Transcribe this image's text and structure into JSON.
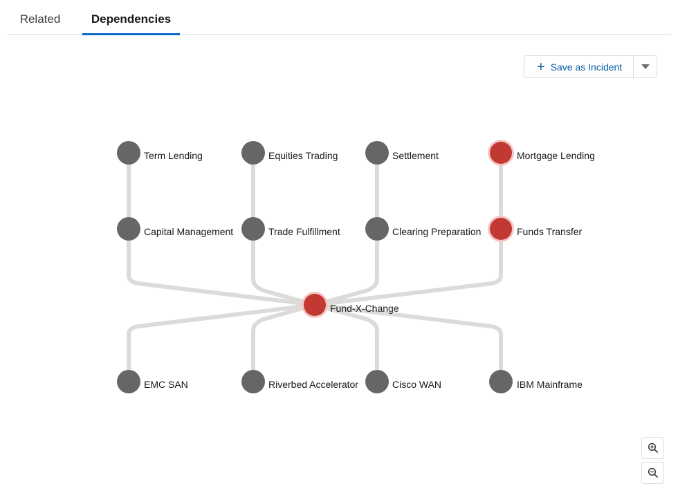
{
  "tabs": [
    {
      "label": "Related",
      "active": false
    },
    {
      "label": "Dependencies",
      "active": true
    }
  ],
  "toolbar": {
    "save_label": "Save as Incident",
    "save_icon": "plus-icon",
    "dropdown_icon": "caret-down-icon"
  },
  "colors": {
    "accent": "#0b6bcb",
    "node_normal": "#666666",
    "node_alert": "#c23934",
    "node_alert_halo": "#f4c6c4",
    "edge": "#dddbda"
  },
  "graph": {
    "center": {
      "label": "Fund-X-Change",
      "status": "alert"
    },
    "upstream": [
      {
        "top": {
          "label": "Term Lending",
          "status": "normal"
        },
        "bottom": {
          "label": "Capital Management",
          "status": "normal"
        }
      },
      {
        "top": {
          "label": "Equities Trading",
          "status": "normal"
        },
        "bottom": {
          "label": "Trade Fulfillment",
          "status": "normal"
        }
      },
      {
        "top": {
          "label": "Settlement",
          "status": "normal"
        },
        "bottom": {
          "label": "Clearing Preparation",
          "status": "normal"
        }
      },
      {
        "top": {
          "label": "Mortgage Lending",
          "status": "alert"
        },
        "bottom": {
          "label": "Funds Transfer",
          "status": "alert"
        }
      }
    ],
    "downstream": [
      {
        "label": "EMC SAN",
        "status": "normal"
      },
      {
        "label": "Riverbed Accelerator",
        "status": "normal"
      },
      {
        "label": "Cisco WAN",
        "status": "normal"
      },
      {
        "label": "IBM Mainframe",
        "status": "normal"
      }
    ]
  },
  "zoom_controls": {
    "zoom_in_icon": "zoom-in-icon",
    "zoom_out_icon": "zoom-out-icon"
  }
}
